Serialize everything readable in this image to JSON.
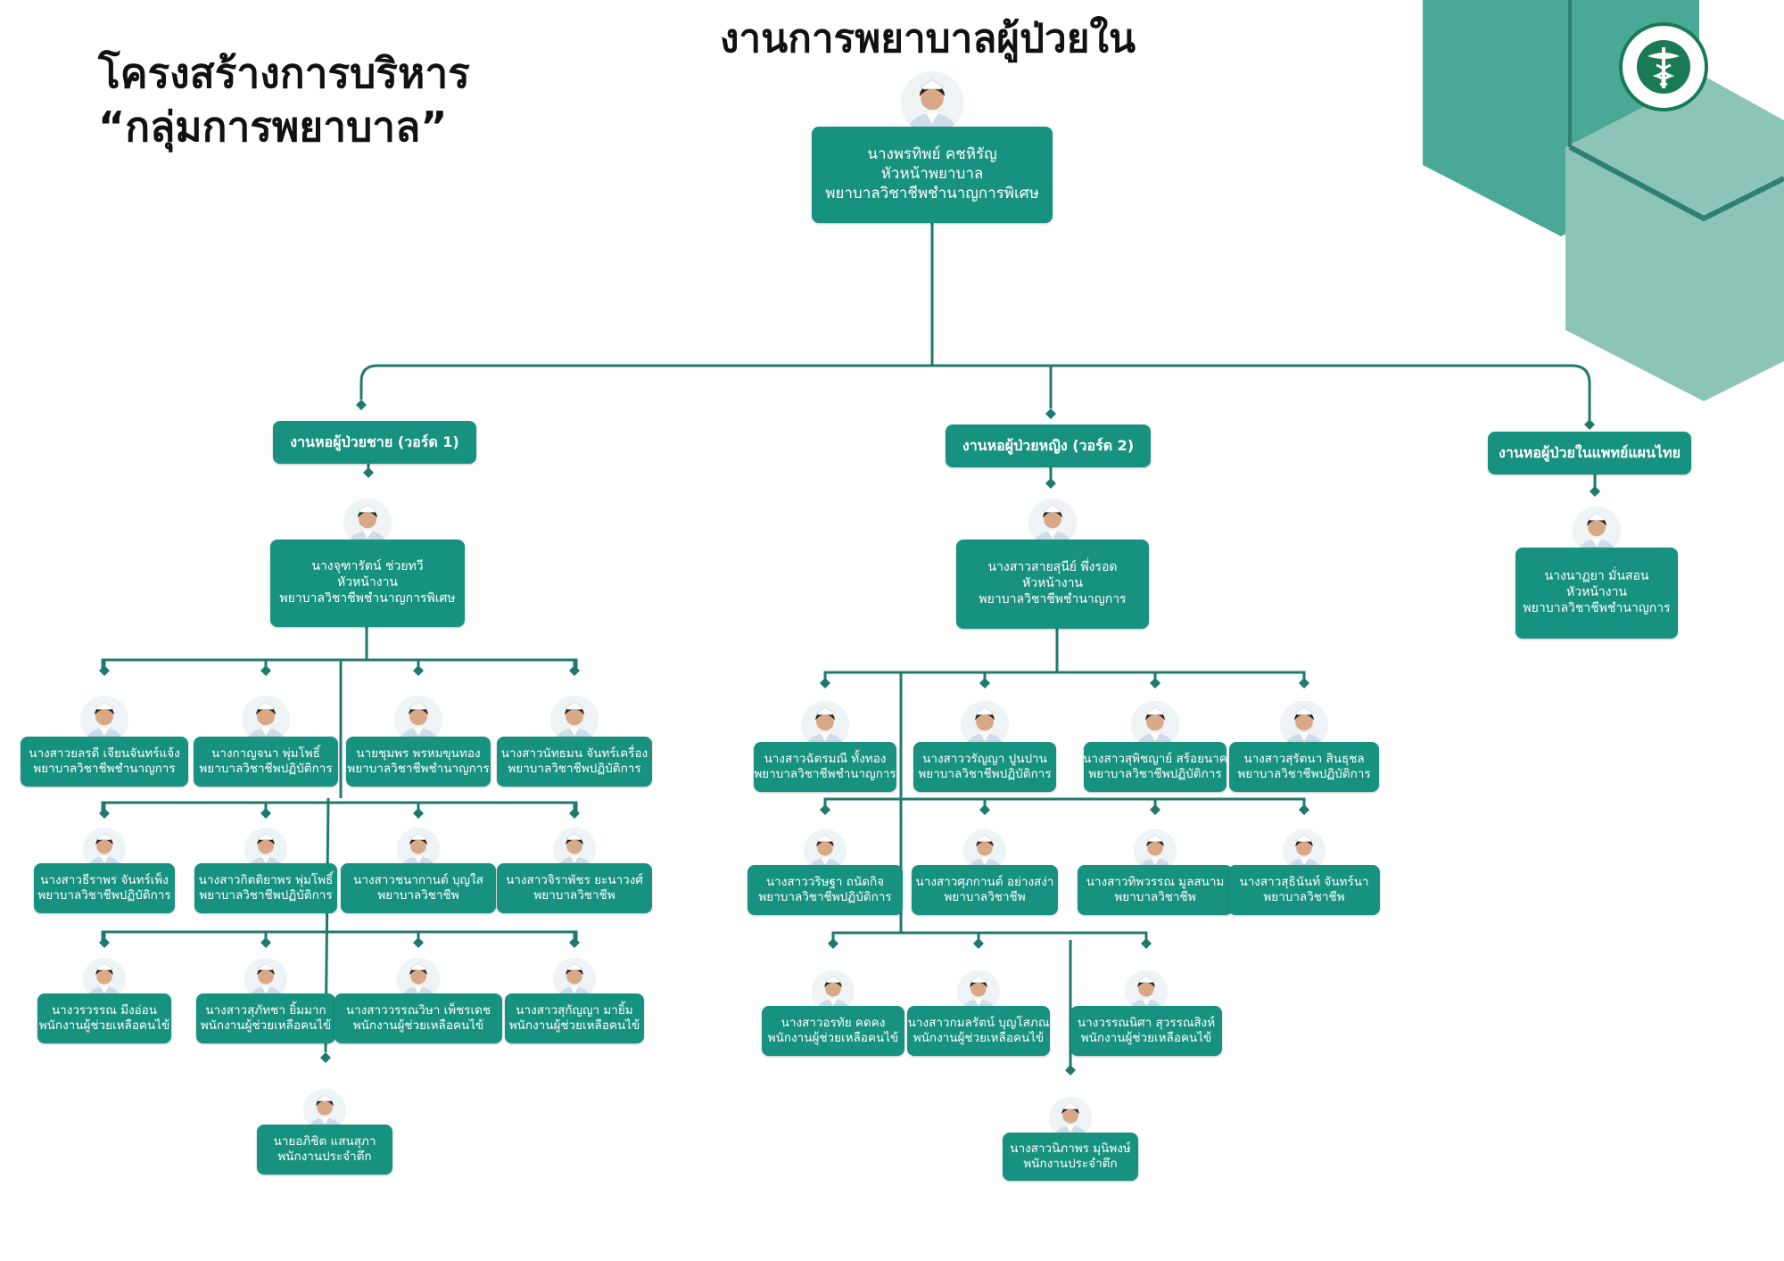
{
  "header": {
    "main_title": "งานการพยาบาลผู้ป่วยใน",
    "side_title_line1": "โครงสร้างการบริหาร",
    "side_title_line2": "“กลุ่มการพยาบาล”"
  },
  "colors": {
    "accent": "#179180",
    "line": "#1f7a6e",
    "deco_teal": "#4aa896",
    "deco_light": "#8cc5b8"
  },
  "head": {
    "name": "นางพรทิพย์ คชหิรัญ",
    "role": "หัวหน้าพยาบาล",
    "position": "พยาบาลวิชาชีพชำนาญการพิเศษ"
  },
  "wards": [
    {
      "name": "งานหอผู้ป่วยชาย (วอร์ด 1)",
      "head": {
        "name": "นางจุฑารัตน์ ช่วยทวี",
        "role": "หัวหน้างาน",
        "position": "พยาบาลวิชาชีพชำนาญการพิเศษ"
      },
      "staff": [
        {
          "name": "นางสาวยลรดี เจียนจันทร์แจ้ง",
          "position": "พยาบาลวิชาชีพชำนาญการ"
        },
        {
          "name": "นางกาญจนา พุ่มโพธิ์",
          "position": "พยาบาลวิชาชีพปฏิบัติการ"
        },
        {
          "name": "นายชุมพร พรหมขุนทอง",
          "position": "พยาบาลวิชาชีพชำนาญการ"
        },
        {
          "name": "นางสาวนัทธมน จันทร์เครื่อง",
          "position": "พยาบาลวิชาชีพปฏิบัติการ"
        },
        {
          "name": "นางสาวธีราพร จันทร์เพ็ง",
          "position": "พยาบาลวิชาชีพปฏิบัติการ"
        },
        {
          "name": "นางสาวกิตติยาพร พุ่มโพธิ์",
          "position": "พยาบาลวิชาชีพปฏิบัติการ"
        },
        {
          "name": "นางสาวชนากานต์ บุญใส",
          "position": "พยาบาลวิชาชีพ"
        },
        {
          "name": "นางสาวจิราพัชร ยะนาวงศ์",
          "position": "พยาบาลวิชาชีพ"
        },
        {
          "name": "นางวรวรรณ มีงอ่อน",
          "position": "พนักงานผู้ช่วยเหลือคนไข้"
        },
        {
          "name": "นางสาวสุภัทชา ยิ้มมาก",
          "position": "พนักงานผู้ช่วยเหลือคนไข้"
        },
        {
          "name": "นางสาววรรณวิษา เพ็ชรเดช",
          "position": "พนักงานผู้ช่วยเหลือคนไข้"
        },
        {
          "name": "นางสาวสุกัญญา มายิ้ม",
          "position": "พนักงานผู้ช่วยเหลือคนไข้"
        },
        {
          "name": "นายอภิชิต แสนสุภา",
          "position": "พนักงานประจำตึก"
        }
      ]
    },
    {
      "name": "งานหอผู้ป่วยหญิง (วอร์ด 2)",
      "head": {
        "name": "นางสาวสายสุนีย์ พึ่งรอด",
        "role": "หัวหน้างาน",
        "position": "พยาบาลวิชาชีพชำนาญการ"
      },
      "staff": [
        {
          "name": "นางสาวฉัตรมณี ทั้งทอง",
          "position": "พยาบาลวิชาชีพชำนาญการ"
        },
        {
          "name": "นางสาววรัญญา ปูนปาน",
          "position": "พยาบาลวิชาชีพปฏิบัติการ"
        },
        {
          "name": "นางสาวสุพิชญาย์ สร้อยนาค",
          "position": "พยาบาลวิชาชีพปฏิบัติการ"
        },
        {
          "name": "นางสาวสุรัตนา สินธุชล",
          "position": "พยาบาลวิชาชีพปฏิบัติการ"
        },
        {
          "name": "นางสาววริษฐา ถนัดกิจ",
          "position": "พยาบาลวิชาชีพปฏิบัติการ"
        },
        {
          "name": "นางสาวศุภกานต์ อย่างสง่า",
          "position": "พยาบาลวิชาชีพ"
        },
        {
          "name": "นางสาวทิพวรรณ มูลสนาม",
          "position": "พยาบาลวิชาชีพ"
        },
        {
          "name": "นางสาวสุธินันท์ จันทร์นา",
          "position": "พยาบาลวิชาชีพ"
        },
        {
          "name": "นางสาวอรทัย คดคง",
          "position": "พนักงานผู้ช่วยเหลือคนไข้"
        },
        {
          "name": "นางสาวกมลรัตน์ บุญโสภณ",
          "position": "พนักงานผู้ช่วยเหลือคนไข้"
        },
        {
          "name": "นางวรรณนิศา สุวรรณสิงห์",
          "position": "พนักงานผู้ช่วยเหลือคนไข้"
        },
        {
          "name": "นางสาวนิภาพร มุนิพงษ์",
          "position": "พนักงานประจำตึก"
        }
      ]
    },
    {
      "name": "งานหอผู้ป่วยในแพทย์แผนไทย",
      "head": {
        "name": "นางนาฏยา มั่นสอน",
        "role": "หัวหน้างาน",
        "position": "พยาบาลวิชาชีพชำนาญการ"
      },
      "staff": []
    }
  ]
}
